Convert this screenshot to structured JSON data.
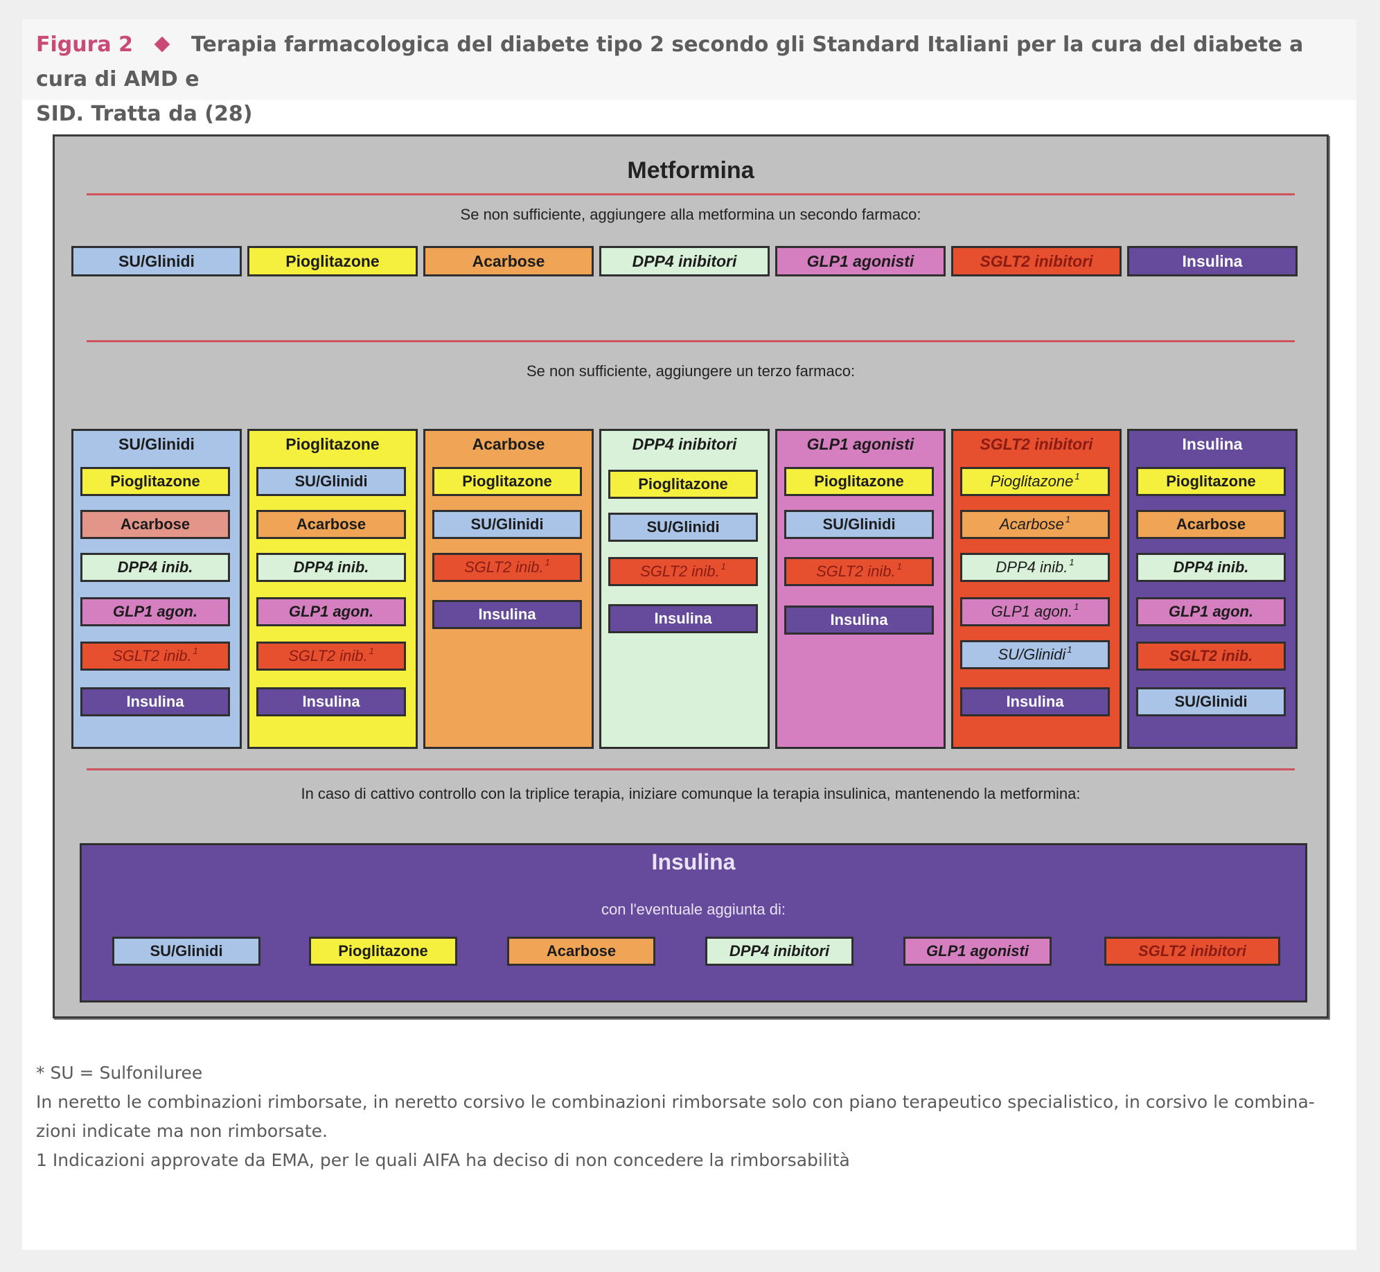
{
  "caption": {
    "label": "Figura 2",
    "line1": "Terapia farmacologica del diabete tipo 2 secondo gli Standard Italiani per la cura del diabete a cura di AMD e",
    "line2": "SID. Tratta da (28)"
  },
  "diagram": {
    "title": "Metformina",
    "instruction_second": "Se non sufficiente, aggiungere alla metformina un secondo farmaco:",
    "second_drugs": [
      "SU/Glinidi",
      "Pioglitazone",
      "Acarbose",
      "DPP4 inibitori",
      "GLP1 agonisti",
      "SGLT2 inibitori",
      "Insulina"
    ],
    "instruction_third": "Se non sufficiente, aggiungere un terzo farmaco:",
    "third_columns": [
      {
        "head": "SU/Glinidi",
        "items": [
          "Pioglitazone",
          "Acarbose",
          "DPP4 inib.",
          "GLP1 agon.",
          "SGLT2 inib.",
          "Insulina"
        ],
        "sup": [
          "",
          "",
          "",
          "",
          "1",
          ""
        ]
      },
      {
        "head": "Pioglitazone",
        "items": [
          "SU/Glinidi",
          "Acarbose",
          "DPP4 inib.",
          "GLP1 agon.",
          "SGLT2 inib.",
          "Insulina"
        ],
        "sup": [
          "",
          "",
          "",
          "",
          "1",
          ""
        ]
      },
      {
        "head": "Acarbose",
        "items": [
          "Pioglitazone",
          "SU/Glinidi",
          "SGLT2 inib.",
          "Insulina"
        ],
        "sup": [
          "",
          "",
          "1",
          ""
        ]
      },
      {
        "head": "DPP4 inibitori",
        "items": [
          "Pioglitazone",
          "SU/Glinidi",
          "SGLT2 inib.",
          "Insulina"
        ],
        "sup": [
          "",
          "",
          "1",
          ""
        ]
      },
      {
        "head": "GLP1 agonisti",
        "items": [
          "Pioglitazone",
          "SU/Glinidi",
          "SGLT2 inib.",
          "Insulina"
        ],
        "sup": [
          "",
          "",
          "1",
          ""
        ]
      },
      {
        "head": "SGLT2 inibitori",
        "items": [
          "Pioglitazone",
          "Acarbose",
          "DPP4 inib.",
          "GLP1 agon.",
          "SU/Glinidi",
          "Insulina"
        ],
        "sup": [
          "1",
          "1",
          "1",
          "1",
          "1",
          ""
        ]
      },
      {
        "head": "Insulina",
        "items": [
          "Pioglitazone",
          "Acarbose",
          "DPP4 inib.",
          "GLP1 agon.",
          "SGLT2 inib.",
          "SU/Glinidi"
        ],
        "sup": [
          "",
          "",
          "",
          "",
          "",
          ""
        ]
      }
    ],
    "instruction_insulin": "In caso di cattivo controllo con la triplice terapia, iniziare comunque la terapia insulinica, mantenendo la metformina:",
    "insulin_panel": {
      "title": "Insulina",
      "subtitle": "con l'eventuale aggiunta di:",
      "drugs": [
        "SU/Glinidi",
        "Pioglitazone",
        "Acarbose",
        "DPP4 inibitori",
        "GLP1 agonisti",
        "SGLT2 inibitori"
      ]
    }
  },
  "notes": [
    "* SU = Sulfoniluree",
    "In neretto le combinazioni rimborsate, in neretto corsivo le combinazioni rimborsate solo con piano terapeutico specialistico, in corsivo le combina-",
    "zioni indicate ma non rimborsate.",
    "1 Indicazioni approvate da EMA, per le quali AIFA ha deciso di non concedere la rimborsabilità"
  ],
  "colors": {
    "su": "#a9c4e6",
    "pioglitazone": "#f5ef3e",
    "acarbose": "#f0a556",
    "dpp4": "#d9f1d8",
    "glp1": "#d57fc0",
    "sglt2": "#e6502e",
    "insulina": "#664b9c",
    "frame": "#c1c1c1",
    "rule": "#d0525b",
    "caption_accent": "#c94a76"
  }
}
